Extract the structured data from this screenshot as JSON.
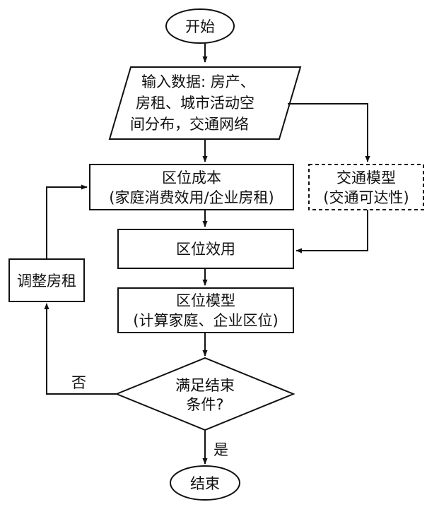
{
  "flowchart": {
    "start": "开始",
    "input": [
      "输入数据: 房产、",
      "房租、城市活动空",
      "间分布，交通网络"
    ],
    "location_cost": [
      "区位成本",
      "(家庭消费效用/企业房租)"
    ],
    "traffic_model": [
      "交通模型",
      "(交通可达性)"
    ],
    "location_utility": "区位效用",
    "location_model": [
      "区位模型",
      "(计算家庭、企业区位)"
    ],
    "adjust_rent": "调整房租",
    "decision": [
      "满足结束",
      "条件?"
    ],
    "no_label": "否",
    "yes_label": "是",
    "end": "结束"
  }
}
